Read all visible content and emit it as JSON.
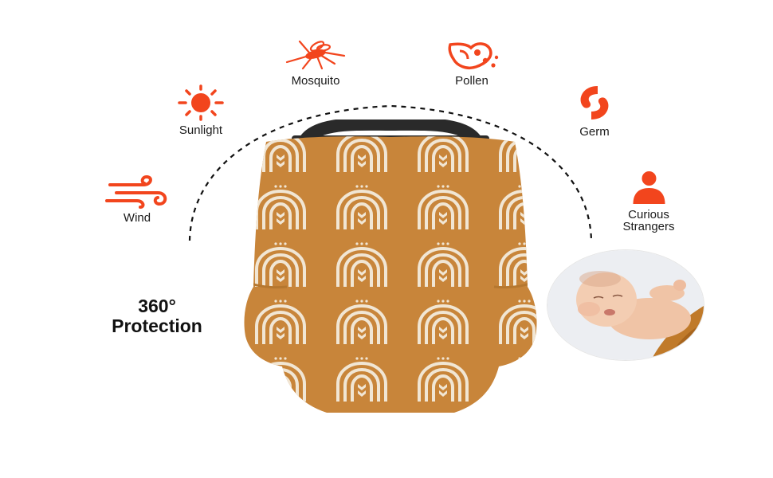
{
  "headline": {
    "line1": "360°",
    "line2": "Protection"
  },
  "threats": [
    {
      "key": "wind",
      "label": "Wind",
      "icon": "wind-icon"
    },
    {
      "key": "sunlight",
      "label": "Sunlight",
      "icon": "sun-icon"
    },
    {
      "key": "mosquito",
      "label": "Mosquito",
      "icon": "mosquito-icon"
    },
    {
      "key": "pollen",
      "label": "Pollen",
      "icon": "pollen-icon"
    },
    {
      "key": "germ",
      "label": "Germ",
      "icon": "germ-icon"
    },
    {
      "key": "strangers",
      "label": "Curious\nStrangers",
      "icon": "person-icon"
    }
  ],
  "colors": {
    "accent": "#f2451d",
    "cover": "#c8853a",
    "pattern": "#f1e6d4",
    "handle": "#2a2a2a",
    "text": "#111111"
  }
}
